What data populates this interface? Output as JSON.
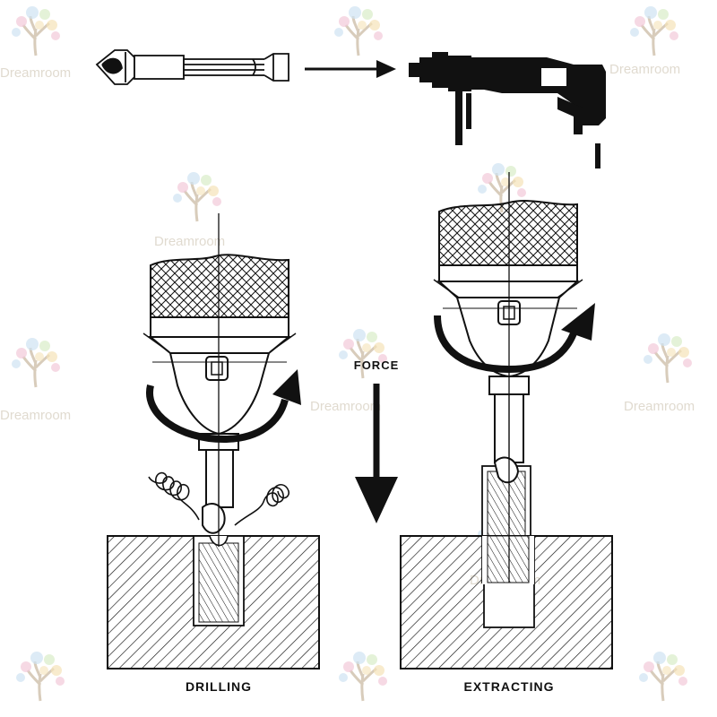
{
  "labels": {
    "force": "FORCE",
    "drilling": "DRILLING",
    "extracting": "EXTRACTING"
  },
  "watermark": {
    "brand": "Dreamroom",
    "color_trunk": "#d8ccbb",
    "color_leaves": [
      "#f2c9d8",
      "#cfe3f2",
      "#d9ecc8",
      "#f5e2b8"
    ]
  },
  "colors": {
    "ink": "#111111",
    "paper": "#ffffff"
  }
}
